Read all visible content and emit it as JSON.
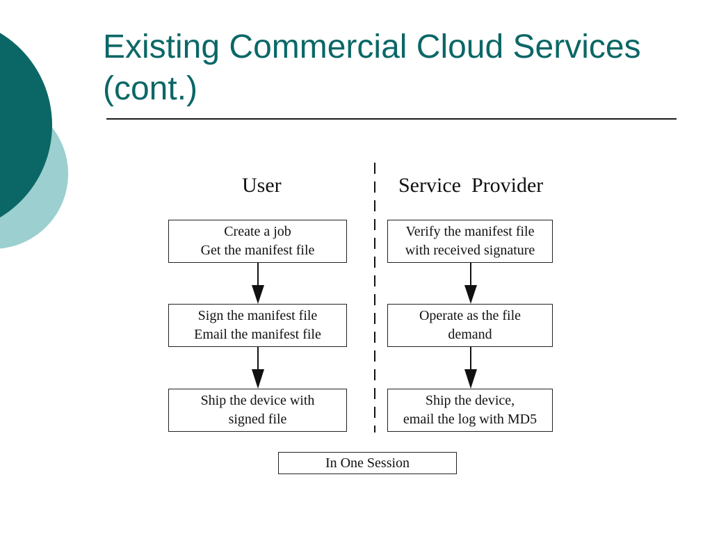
{
  "slide": {
    "title_line1": "Existing Commercial Cloud Services",
    "title_line2": "(cont.)"
  },
  "diagram": {
    "user_heading": "User",
    "provider_heading": "Service  Provider",
    "user_steps": [
      {
        "line1": "Create a job",
        "line2": "Get the manifest file"
      },
      {
        "line1": "Sign the manifest file",
        "line2": "Email the manifest file"
      },
      {
        "line1": "Ship the device with",
        "line2": "signed file"
      }
    ],
    "provider_steps": [
      {
        "line1": "Verify the manifest file",
        "line2": "with received signature"
      },
      {
        "line1": "Operate as the file",
        "line2": "demand"
      },
      {
        "line1": "Ship the device,",
        "line2": "email the log with MD5"
      }
    ],
    "session_label": "In One Session"
  },
  "colors": {
    "title": "#0b6766",
    "circle_dark": "#0b6766",
    "circle_light": "#9ccfcf",
    "line": "#111111"
  }
}
